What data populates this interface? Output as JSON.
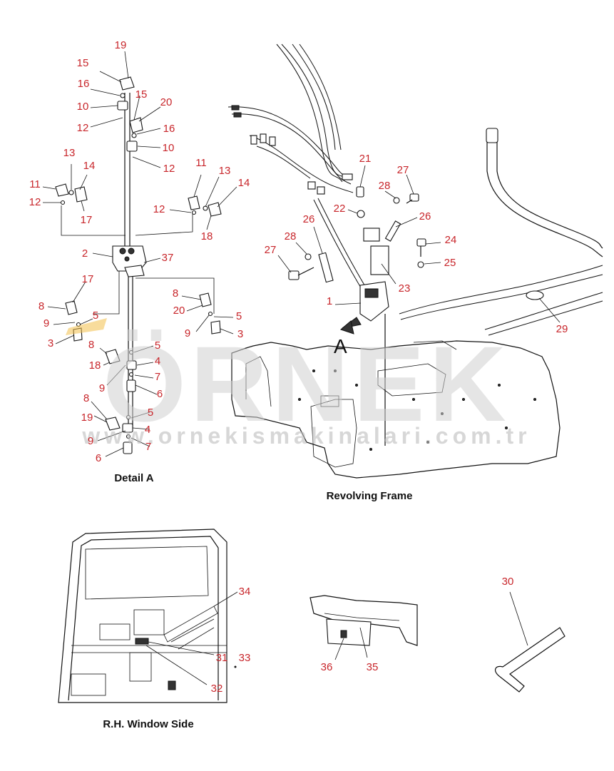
{
  "watermark": {
    "brand": "ÖRNEK",
    "url": "www.ornekismakinalari.com.tr"
  },
  "views": {
    "detail_a": "Detail A",
    "revolving_frame": "Revolving Frame",
    "rh_window_side": "R.H. Window Side"
  },
  "arrow_letter": "A",
  "colors": {
    "part_number": "#c8262b",
    "line_art": "#111111",
    "watermark": "#cfcfcf"
  },
  "callouts": [
    {
      "n": "19"
    },
    {
      "n": "15"
    },
    {
      "n": "16"
    },
    {
      "n": "15"
    },
    {
      "n": "20"
    },
    {
      "n": "10"
    },
    {
      "n": "16"
    },
    {
      "n": "12"
    },
    {
      "n": "10"
    },
    {
      "n": "12"
    },
    {
      "n": "13"
    },
    {
      "n": "14"
    },
    {
      "n": "11"
    },
    {
      "n": "12"
    },
    {
      "n": "17"
    },
    {
      "n": "11"
    },
    {
      "n": "13"
    },
    {
      "n": "14"
    },
    {
      "n": "12"
    },
    {
      "n": "18"
    },
    {
      "n": "2"
    },
    {
      "n": "37"
    },
    {
      "n": "17"
    },
    {
      "n": "8"
    },
    {
      "n": "9"
    },
    {
      "n": "5"
    },
    {
      "n": "3"
    },
    {
      "n": "8"
    },
    {
      "n": "20"
    },
    {
      "n": "9"
    },
    {
      "n": "5"
    },
    {
      "n": "3"
    },
    {
      "n": "8"
    },
    {
      "n": "18"
    },
    {
      "n": "5"
    },
    {
      "n": "4"
    },
    {
      "n": "7"
    },
    {
      "n": "9"
    },
    {
      "n": "6"
    },
    {
      "n": "8"
    },
    {
      "n": "5"
    },
    {
      "n": "19"
    },
    {
      "n": "4"
    },
    {
      "n": "9"
    },
    {
      "n": "7"
    },
    {
      "n": "6"
    },
    {
      "n": "21"
    },
    {
      "n": "27"
    },
    {
      "n": "28"
    },
    {
      "n": "22"
    },
    {
      "n": "26"
    },
    {
      "n": "26"
    },
    {
      "n": "28"
    },
    {
      "n": "24"
    },
    {
      "n": "27"
    },
    {
      "n": "25"
    },
    {
      "n": "23"
    },
    {
      "n": "1"
    },
    {
      "n": "29"
    },
    {
      "n": "34"
    },
    {
      "n": "31"
    },
    {
      "n": "33"
    },
    {
      "n": "32"
    },
    {
      "n": "30"
    },
    {
      "n": "36"
    },
    {
      "n": "35"
    }
  ]
}
